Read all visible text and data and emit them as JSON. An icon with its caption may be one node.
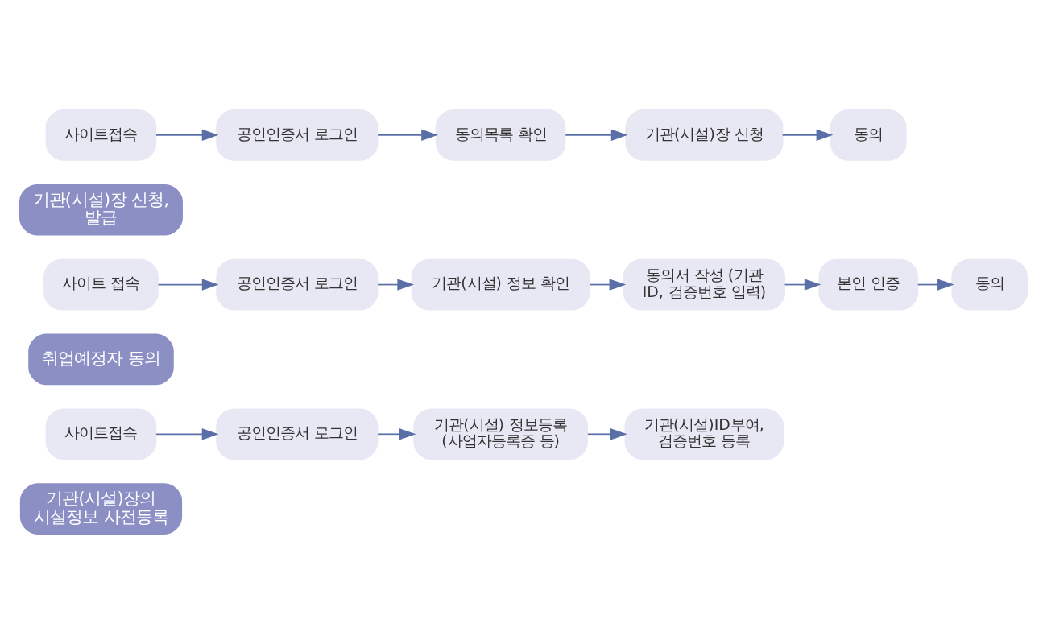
{
  "diagram": {
    "nodes": [
      {
        "text": [
          "기관(시설)장의 시설정보 사전등록"
        ]
      },
      {
        "text": [
          "사이트접속"
        ]
      },
      {
        "text": [
          "공인인증서 로그인"
        ]
      },
      {
        "text": [
          "기관(시설) 정보등록 (사업자등록증 등)"
        ]
      },
      {
        "text": [
          "기관(시설)ID부여, 검증번호 등록"
        ]
      },
      {
        "text": [
          "취업예정자 동의"
        ]
      },
      {
        "text": [
          "사이트 접속"
        ]
      },
      {
        "text": [
          "공인인증서 로그인"
        ]
      },
      {
        "text": [
          "기관(시설) 정보 확인"
        ]
      },
      {
        "text": [
          "동의서 작성 (기관 ID, 검증번호 입력)"
        ]
      },
      {
        "text": [
          "본인 인증"
        ]
      },
      {
        "text": [
          "동의"
        ]
      },
      {
        "text": [
          "기관(시설)장 신청, 발급"
        ]
      },
      {
        "text": [
          "사이트접속"
        ]
      },
      {
        "text": [
          "공인인증서 로그인"
        ]
      },
      {
        "text": [
          "동의목록 확인"
        ]
      },
      {
        "text": [
          "기관(시설)장 신청"
        ]
      },
      {
        "text": [
          "동의"
        ]
      }
    ],
    "edges": [
      {
        "from": 1,
        "to": 2,
        "arrow": "to"
      },
      {
        "from": 2,
        "to": 3,
        "arrow": "to"
      },
      {
        "from": 3,
        "to": 4,
        "arrow": "to"
      },
      {
        "from": 6,
        "to": 7,
        "arrow": "to"
      },
      {
        "from": 7,
        "to": 8,
        "arrow": "to"
      },
      {
        "from": 8,
        "to": 9,
        "arrow": "to"
      },
      {
        "from": 9,
        "to": 10,
        "arrow": "to"
      },
      {
        "from": 10,
        "to": 11,
        "arrow": "to"
      },
      {
        "from": 13,
        "to": 14,
        "arrow": "to"
      },
      {
        "from": 14,
        "to": 15,
        "arrow": "to"
      },
      {
        "from": 15,
        "to": 16,
        "arrow": "to"
      },
      {
        "from": 16,
        "to": 17,
        "arrow": "to"
      }
    ]
  }
}
